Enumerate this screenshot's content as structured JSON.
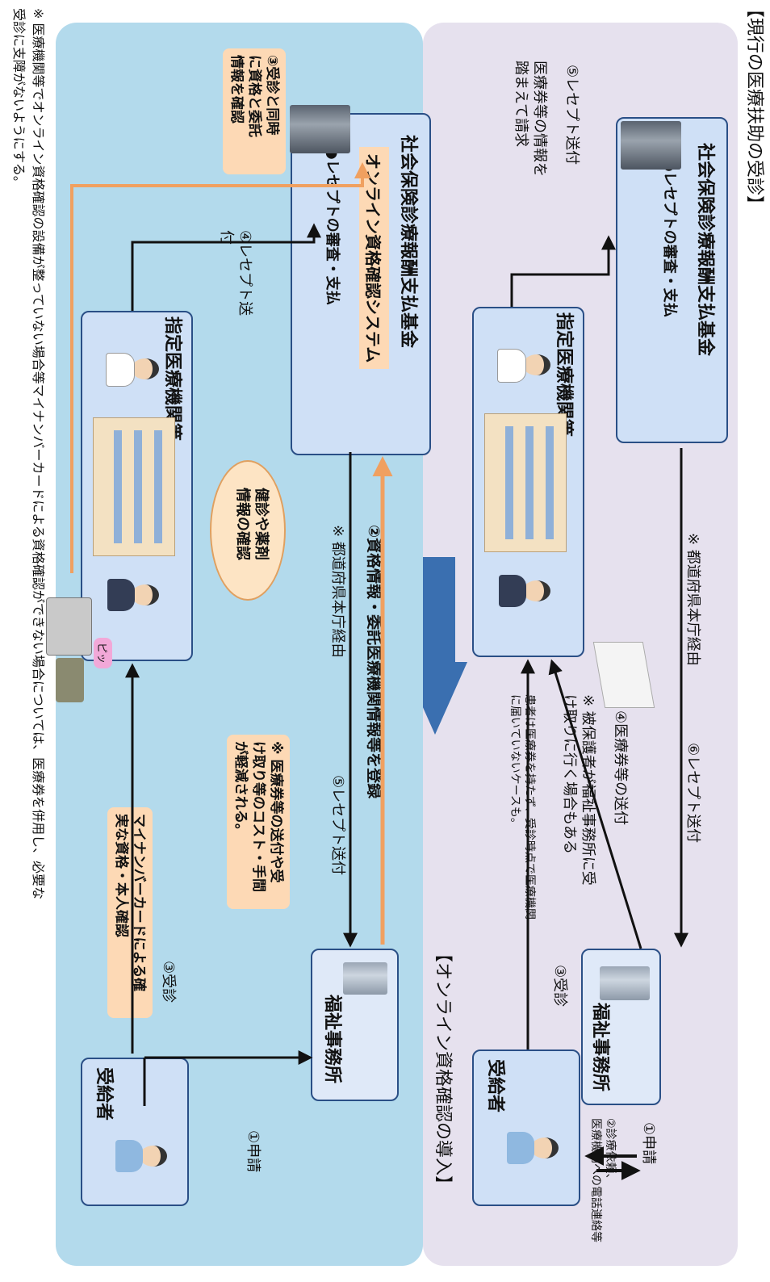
{
  "current": {
    "header": "【現行の医療扶助の受診】",
    "welfare_office": "福祉事務所",
    "fund": {
      "title": "社会保険診療報酬支払基金",
      "item": "●レセプトの審査・支払"
    },
    "recipient": "受給者",
    "hospital": "指定医療機関等",
    "step1": "①申請",
    "step2": "②診療依頼、\n医療機関への電話連絡等",
    "step3": "③受診",
    "step3_note": "患者は医療券を持たず、受診時点で医療機関\nに届いていないケースも。",
    "step4": "④医療券等の送付",
    "step4_note": "※ 被保護者が福祉事務所に受\nけ取りに行く場合もある",
    "step5": "⑤レセプト送付",
    "step5_note": "医療券等の情報を\n踏まえて請求",
    "step6": "⑥レセプト送付",
    "step6_via": "※ 都道府県本庁経由"
  },
  "new": {
    "header": "【オンライン資格確認の導入】",
    "welfare_office": "福祉事務所",
    "fund": {
      "title": "社会保険診療報酬支払基金",
      "system": "オンライン資格確認システム",
      "item": "●レセプトの審査・支払"
    },
    "recipient": "受給者",
    "hospital": "指定医療機関等",
    "step1": "①申請",
    "step2": "②資格情報・委託医療機関情報等を登録",
    "step3": "③受診",
    "step3_box": "③受診と同時\nに資格と委託\n情報を確認",
    "step4": "④レセプト送\n付",
    "step5": "⑤レセプト送付",
    "step5_via": "※ 都道府県本庁経由",
    "cost_box": "※ 医療券等の送付や受\nけ取り等のコスト・手間\nが軽減される。",
    "mynumber_box": "マイナンバーカードによる確\n実な資格・本人確認",
    "bubble": "健診や薬剤\n情報の確認",
    "beep": "ピッ"
  },
  "footnote": "※ 医療機関等でオンライン資格確認の設備が整っていない場合等マイナンバーカードによる資格確認ができない場合については、医療券を併用し、必要な\n受診に支障がないようにする。",
  "colors": {
    "current_bg": "#e6e1ee",
    "new_bg": "#b3daec",
    "box": "#cfe0f6",
    "orange": "#fdd9b5",
    "arrow_orange": "#f0a060",
    "big_arrow": "#3a6fb0"
  }
}
